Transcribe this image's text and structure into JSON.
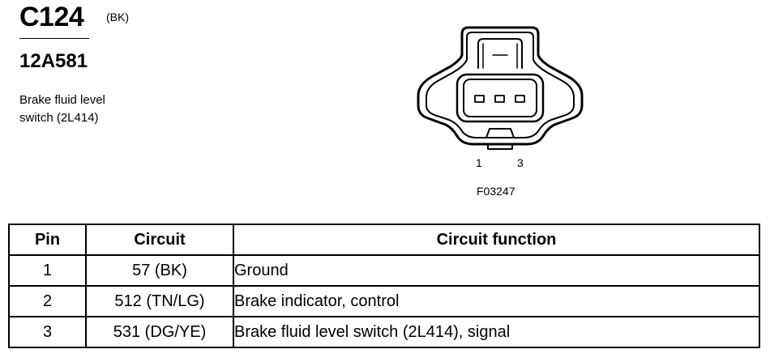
{
  "header": {
    "connector_id": "C124",
    "color_code": "(BK)",
    "part_number": "12A581",
    "description_line1": "Brake fluid level",
    "description_line2": "switch (2L414)"
  },
  "diagram": {
    "pin_label_left": "1",
    "pin_label_right": "3",
    "figure_ref": "F03247"
  },
  "table": {
    "headers": {
      "pin": "Pin",
      "circuit": "Circuit",
      "function": "Circuit function"
    },
    "rows": [
      {
        "pin": "1",
        "circuit": "57 (BK)",
        "function": "Ground"
      },
      {
        "pin": "2",
        "circuit": "512 (TN/LG)",
        "function": "Brake indicator, control"
      },
      {
        "pin": "3",
        "circuit": "531 (DG/YE)",
        "function": "Brake fluid level switch (2L414), signal"
      }
    ]
  }
}
